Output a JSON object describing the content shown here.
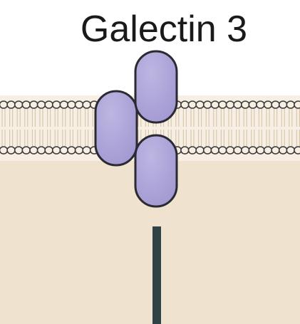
{
  "diagram": {
    "title": "Galectin 3",
    "colors": {
      "background": "#ffffff",
      "cytoplasm": "#efe3d0",
      "membrane_band": "#f7efe3",
      "lipid_outline": "#3c3c3c",
      "lipid_tail": "#d8c8ae",
      "domain_fill": "#a39ad2",
      "domain_highlight": "#bdb6e2",
      "domain_outline": "#2a2a33",
      "stalk": "#2f4346",
      "title_text": "#1a1a1a"
    },
    "components": [
      {
        "name": "lipid-bilayer"
      },
      {
        "name": "cytoplasm"
      },
      {
        "name": "galectin-domain-upper"
      },
      {
        "name": "galectin-domain-left"
      },
      {
        "name": "galectin-domain-lower"
      },
      {
        "name": "signalling-stalk"
      }
    ]
  }
}
